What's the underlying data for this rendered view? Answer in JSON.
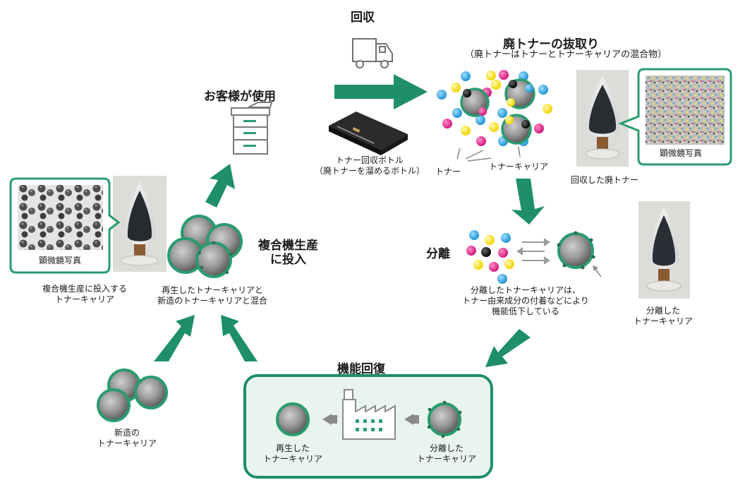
{
  "title_collect": "回収",
  "title_customer_use": "お客様が使用",
  "title_waste_removal": "廃トナーの抜取り",
  "subtitle_waste_removal": "（廃トナーはトナーとトナーキャリアの混合物）",
  "label_bottle": [
    "トナー回収ボトル",
    "（廃トナーを溜めるボトル）"
  ],
  "label_toner": "トナー",
  "label_toner_carrier": "トナーキャリア",
  "label_microscope_top": "顕微鏡写真",
  "label_collected_waste": "回収した廃トナー",
  "title_separation": "分離",
  "label_separation_note": [
    "分離したトナーキャリアは、",
    "トナー由来成分の付着などにより",
    "機能低下している"
  ],
  "label_separated_carrier_photo": [
    "分離した",
    "トナーキャリア"
  ],
  "title_recovery": "機能回復",
  "label_regenerated": [
    "再生した",
    "トナーキャリア"
  ],
  "label_separated": [
    "分離した",
    "トナーキャリア"
  ],
  "title_input": [
    "複合機生産",
    "に投入"
  ],
  "label_mix": [
    "再生したトナーキャリアと",
    "新造のトナーキャリアと混合"
  ],
  "label_microscope_left": "顕微鏡写真",
  "label_input_carrier": [
    "複合機生産に投入する",
    "トナーキャリア"
  ],
  "label_new_carrier": [
    "新造の",
    "トナーキャリア"
  ],
  "colors": {
    "accent_green": "#1e8f68",
    "box_fill": "#e9f4ef",
    "cyan": "#29a7e1",
    "magenta": "#e6248d",
    "yellow": "#ffe100",
    "grey_arrow": "#808080"
  }
}
